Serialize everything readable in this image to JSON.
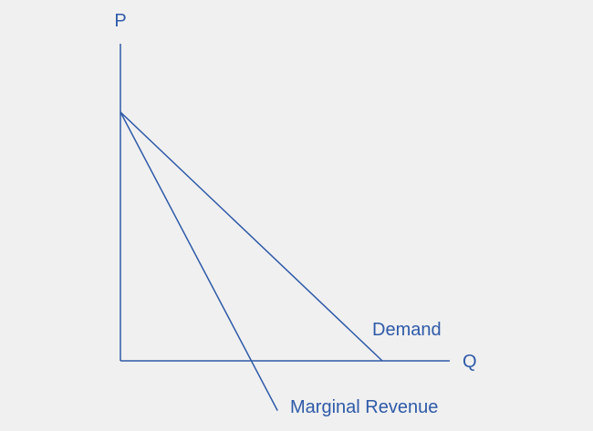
{
  "colors": {
    "background": "#f0f0f0",
    "ink": "#2e5aa8"
  },
  "chart_data": {
    "type": "line",
    "xlabel": "Q",
    "ylabel": "P",
    "xlim": [
      0,
      1.0
    ],
    "ylim": [
      -0.2,
      1.0
    ],
    "grid": false,
    "legend": "none",
    "series": [
      {
        "name": "Demand",
        "x": [
          0,
          1.0
        ],
        "y": [
          1.0,
          0
        ]
      },
      {
        "name": "Marginal Revenue",
        "x": [
          0,
          0.6
        ],
        "y": [
          1.0,
          -0.2
        ]
      }
    ]
  }
}
